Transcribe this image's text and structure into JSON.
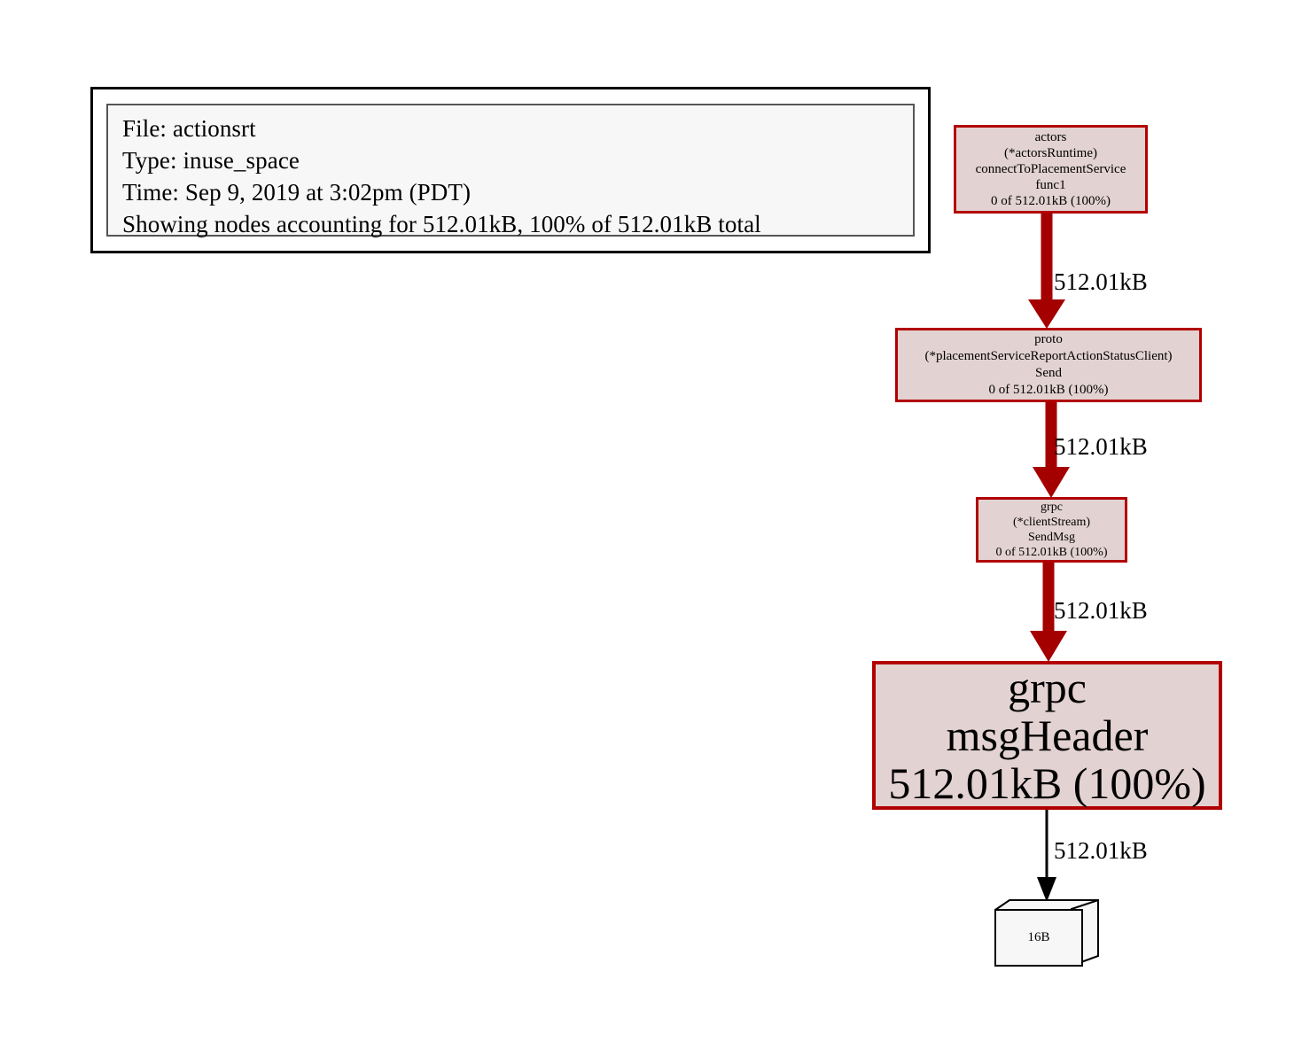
{
  "legend": {
    "lines": [
      "File: actionsrt",
      "Type: inuse_space",
      "Time: Sep 9, 2019 at 3:02pm (PDT)",
      "Showing nodes accounting for 512.01kB, 100% of 512.01kB total"
    ]
  },
  "graph": {
    "nodes": [
      {
        "id": "actors",
        "lines": [
          "actors",
          "(*actorsRuntime)",
          "connectToPlacementService",
          "func1",
          "0 of 512.01kB (100%)"
        ],
        "fill": "#e3d2d2",
        "stroke": "#b20000"
      },
      {
        "id": "proto",
        "lines": [
          "proto",
          "(*placementServiceReportActionStatusClient)",
          "Send",
          "0 of 512.01kB (100%)"
        ],
        "fill": "#e3d2d2",
        "stroke": "#b20000"
      },
      {
        "id": "clientstream",
        "lines": [
          "grpc",
          "(*clientStream)",
          "SendMsg",
          "0 of 512.01kB (100%)"
        ],
        "fill": "#e3d2d2",
        "stroke": "#b20000"
      },
      {
        "id": "msgheader",
        "lines": [
          "grpc",
          "msgHeader",
          "512.01kB (100%)"
        ],
        "fill": "#e3d2d2",
        "stroke": "#b20000"
      },
      {
        "id": "leaf",
        "lines": [
          "16B"
        ],
        "fill": "#f7f7f7",
        "stroke": "#000000"
      }
    ],
    "edges": [
      {
        "from": "actors",
        "to": "proto",
        "label": "512.01kB",
        "color": "#a40000",
        "weight": "thick"
      },
      {
        "from": "proto",
        "to": "clientstream",
        "label": "512.01kB",
        "color": "#a40000",
        "weight": "thick"
      },
      {
        "from": "clientstream",
        "to": "msgheader",
        "label": "512.01kB",
        "color": "#a40000",
        "weight": "thick"
      },
      {
        "from": "msgheader",
        "to": "leaf",
        "label": "512.01kB",
        "color": "#000000",
        "weight": "thin"
      }
    ]
  }
}
